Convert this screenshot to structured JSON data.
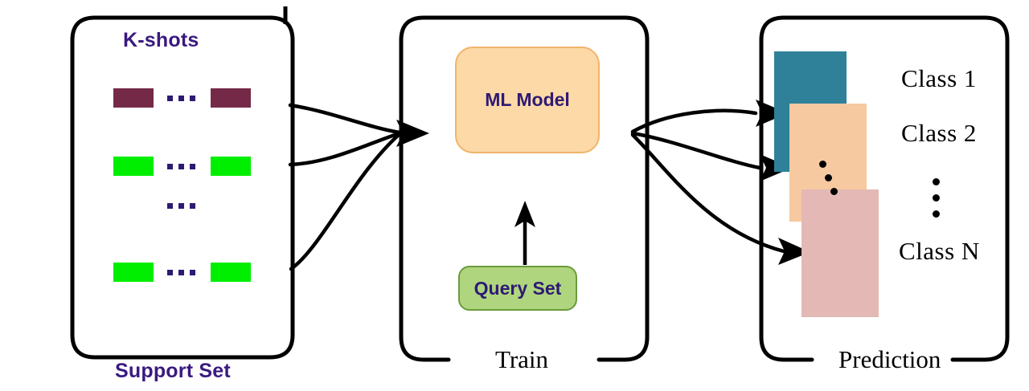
{
  "diagram": {
    "title_not_shown": "",
    "panels": [
      {
        "id": "support",
        "heading": "K-shots",
        "footer": "Support Set",
        "footer_style": "bold-purple"
      },
      {
        "id": "train",
        "footer": "Train",
        "footer_style": "serif-black"
      },
      {
        "id": "prediction",
        "footer": "Prediction",
        "footer_style": "serif-black"
      }
    ],
    "support_set": {
      "heading": "K-shots",
      "footer": "Support Set",
      "rows": [
        {
          "label": "maroon-class-row",
          "color": "#742A47",
          "ellipsis": "..."
        },
        {
          "label": "green-class-row",
          "color": "#00EE00",
          "ellipsis": "..."
        },
        {
          "label": "vertical-ellipsis-row",
          "ellipsis": "..."
        },
        {
          "label": "green-class-row-last",
          "color": "#00EE00",
          "ellipsis": "..."
        }
      ]
    },
    "train": {
      "model_label": "ML Model",
      "model_fill": "#FCD9A7",
      "model_stroke": "#F0B46A",
      "query_label": "Query Set",
      "query_fill": "#AFD67F",
      "query_stroke": "#6B9B3C",
      "footer": "Train"
    },
    "prediction": {
      "footer": "Prediction",
      "classes": [
        {
          "label": "Class 1",
          "color": "#2E8198"
        },
        {
          "label": "Class 2",
          "color": "#F6C9A0"
        },
        {
          "label": "Class N",
          "color": "#E3B8B5"
        }
      ],
      "vertical_ellipsis": "⋮",
      "diagonal_ellipsis": "⋰"
    },
    "colors": {
      "outline": "#000000",
      "heading_purple": "#3A1A80",
      "label_purple": "#2E1A73",
      "background": "#FFFFFF"
    },
    "flows": [
      {
        "from": "support-set",
        "to": "ml-model",
        "count": 3,
        "style": "curved-arrow-converging"
      },
      {
        "from": "query-set",
        "to": "ml-model",
        "count": 1,
        "style": "straight-arrow-up"
      },
      {
        "from": "ml-model",
        "to": "prediction-classes",
        "count": 3,
        "style": "curved-arrow-diverging"
      }
    ]
  }
}
